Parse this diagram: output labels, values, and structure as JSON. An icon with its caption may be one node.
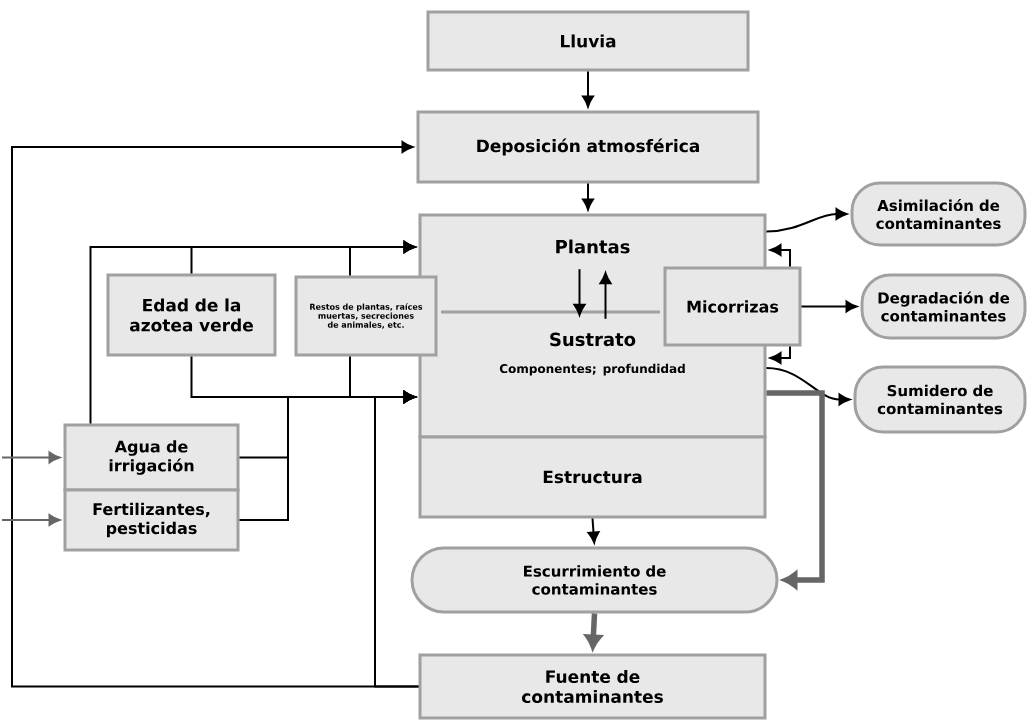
{
  "diagram": {
    "nodes": [
      {
        "text": [
          "Lluvia"
        ]
      },
      {
        "text": [
          "Deposición atmosférica"
        ]
      },
      {
        "text": [],
        "shape": "box"
      },
      {
        "text": [
          "Plantas"
        ],
        "in": 2
      },
      {
        "text": [
          "Sustrato",
          "Componentes; profundidad"
        ],
        "in": 2
      },
      {
        "text": [
          "Estructura"
        ]
      },
      {
        "text": [
          "Edad de la azotea verde"
        ]
      },
      {
        "text": [
          "Restos de plantas, raíces muertas, secreciones de animales, etc."
        ]
      },
      {
        "text": [
          "Micorrizas"
        ]
      },
      {
        "text": [
          "Agua de irrigación"
        ]
      },
      {
        "text": [
          "Fertilizantes, pesticidas"
        ]
      },
      {
        "text": [
          "Asimilación de contaminantes"
        ]
      },
      {
        "text": [
          "Degradación de contaminantes"
        ]
      },
      {
        "text": [
          "Sumidero de contaminantes"
        ]
      },
      {
        "text": [
          "Escurrimiento de contaminantes"
        ]
      },
      {
        "text": [
          "Fuente de contaminantes"
        ]
      }
    ],
    "edges": [
      {
        "from": 0,
        "to": 1,
        "arrow": "to"
      },
      {
        "from": 1,
        "to": 2,
        "arrow": "to"
      },
      {
        "from": 6,
        "to": 2,
        "arrow": "to"
      },
      {
        "from": 7,
        "to": 2,
        "arrow": "to"
      },
      {
        "from": 9,
        "to": 2,
        "arrow": "to"
      },
      {
        "from": 6,
        "to": 2,
        "arrow": "to"
      },
      {
        "from": 7,
        "to": 2,
        "arrow": "to"
      },
      {
        "from": 9,
        "to": 2,
        "arrow": "to"
      },
      {
        "from": 10,
        "to": 2,
        "arrow": "to"
      },
      {
        "from": 15,
        "to": 2,
        "arrow": "to"
      },
      {
        "from": 15,
        "to": 1,
        "arrow": "to"
      },
      {
        "from": 3,
        "to": 4,
        "arrow": "to"
      },
      {
        "from": 4,
        "to": 3,
        "arrow": "to"
      },
      {
        "from": 8,
        "to": 2,
        "arrow": "to"
      },
      {
        "from": 8,
        "to": 2,
        "arrow": "to"
      },
      {
        "from": 2,
        "to": 11,
        "arrow": "to"
      },
      {
        "from": 8,
        "to": 12,
        "arrow": "to"
      },
      {
        "from": 2,
        "to": 13,
        "arrow": "to"
      },
      {
        "from": 2,
        "to": 14,
        "arrow": "to",
        "style": "thick",
        "color": "#666666"
      },
      {
        "from": 5,
        "to": 14,
        "arrow": "to"
      },
      {
        "from": 14,
        "to": 15,
        "arrow": "to",
        "style": "thick",
        "color": "#666666"
      },
      {
        "from": null,
        "to": 9,
        "arrow": "to",
        "color": "#666666"
      },
      {
        "from": null,
        "to": 10,
        "arrow": "to",
        "color": "#666666"
      }
    ]
  }
}
